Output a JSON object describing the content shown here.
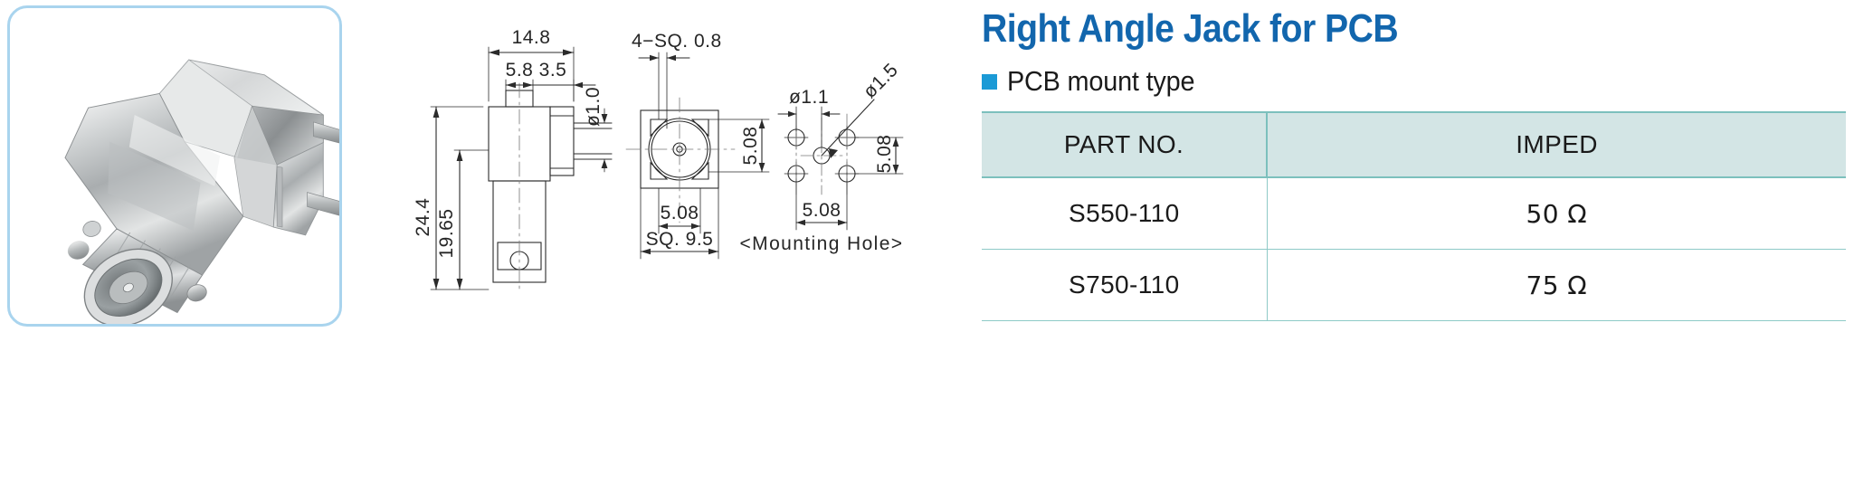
{
  "photo": {
    "alt_name": "right-angle-bnc-jack-connector-photo",
    "frame_color": "#a9d4ee"
  },
  "header": {
    "title": "Right Angle Jack for PCB",
    "title_color": "#1266ad",
    "subtitle": "PCB mount type",
    "bullet_color": "#1b9ad6"
  },
  "table": {
    "header_bg": "#d3e5e5",
    "border_color": "#7cc0bd",
    "columns": [
      "PART NO.",
      "IMPED"
    ],
    "rows": [
      {
        "part_no": "S550-110",
        "imped": "50 Ω"
      },
      {
        "part_no": "S750-110",
        "imped": "75 Ω"
      }
    ]
  },
  "drawing": {
    "caption_mounting_hole": "<Mounting  Hole>",
    "side_view": {
      "overall_length": "14.8",
      "body_length": "5.8",
      "pin_offset": "3.5",
      "overall_height": "24.4",
      "body_height": "19.65",
      "pin_diameter": "ø1.0"
    },
    "front_view": {
      "pin_note": "4−SQ.  0.8",
      "pin_pitch_vertical": "5.08",
      "pin_pitch_horizontal": "5.08",
      "square_body": "SQ.  9.5"
    },
    "mounting_hole": {
      "hole_pitch_horizontal": "ø1.1",
      "center_hole": "ø1.5",
      "pitch_vertical": "5.08",
      "pitch_bottom": "5.08"
    }
  }
}
